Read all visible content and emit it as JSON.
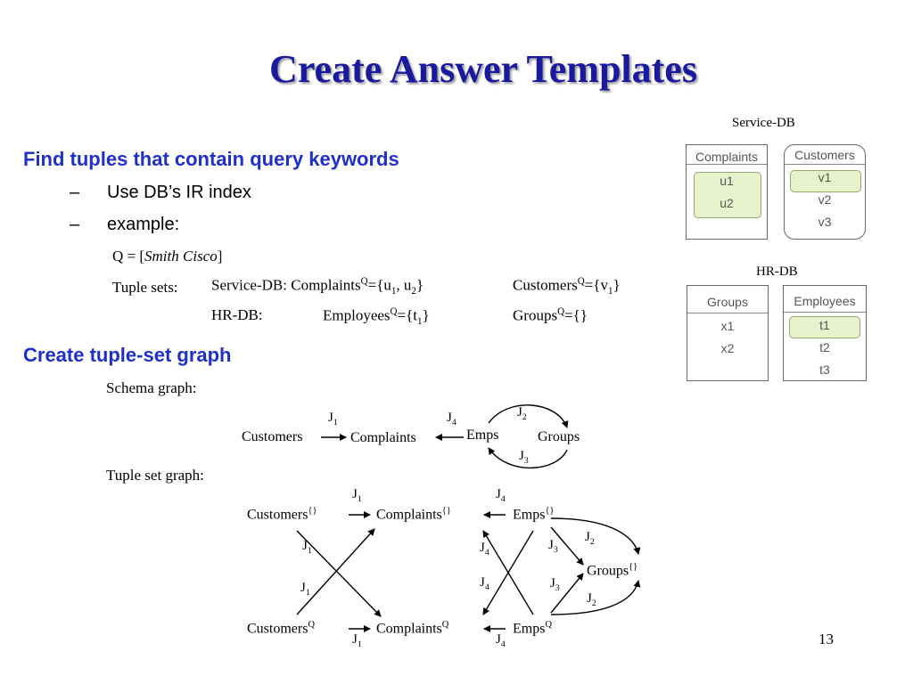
{
  "title": "Create Answer Templates",
  "section1": {
    "heading": "Find tuples that contain query keywords",
    "bullets": [
      "Use DB’s IR index",
      "example:"
    ],
    "query_prefix": "Q = [",
    "query_keywords": "Smith Cisco",
    "query_suffix": "]",
    "tuple_sets_label": "Tuple sets:",
    "row1": {
      "db": "Service-DB:",
      "rel1": "Complaints",
      "rel1_sup": "Q",
      "rel1_val": "={u",
      "rel1_s1": "1",
      "rel1_mid": ", u",
      "rel1_s2": "2",
      "rel1_end": "}",
      "rel2": "Customers",
      "rel2_sup": "Q",
      "rel2_val": "={v",
      "rel2_s1": "1",
      "rel2_end": "}"
    },
    "row2": {
      "db": "HR-DB:",
      "rel1": "Employees",
      "rel1_sup": "Q",
      "rel1_val": "={t",
      "rel1_s1": "1",
      "rel1_end": "}",
      "rel2": "Groups",
      "rel2_sup": "Q",
      "rel2_val": "={}"
    }
  },
  "section2": {
    "heading": "Create tuple-set graph",
    "schema_label": "Schema graph:",
    "tupleset_label": "Tuple set graph:"
  },
  "schema_graph": {
    "customers": "Customers",
    "complaints": "Complaints",
    "emps": "Emps",
    "groups": "Groups",
    "j1": "J",
    "j1_sub": "1",
    "j4": "J",
    "j4_sub": "4",
    "j2": "J",
    "j2_sub": "2",
    "j3": "J",
    "j3_sub": "3"
  },
  "tupleset_graph": {
    "customers_empty": "Customers",
    "empty_sup": "{}",
    "complaints_empty": "Complaints",
    "emps_empty": "Emps",
    "groups_empty": "Groups",
    "customers_q": "Customers",
    "q_sup": "Q",
    "complaints_q": "Complaints",
    "emps_q": "Emps",
    "j": "J",
    "s1": "1",
    "s2": "2",
    "s3": "3",
    "s4": "4"
  },
  "service_db": {
    "label": "Service-DB",
    "complaints": {
      "header": "Complaints",
      "rows": [
        "u1",
        "u2"
      ]
    },
    "customers": {
      "header": "Customers",
      "rows": [
        "v1",
        "v2",
        "v3"
      ]
    }
  },
  "hr_db": {
    "label": "HR-DB",
    "groups": {
      "header": "Groups",
      "rows": [
        "x1",
        "x2"
      ]
    },
    "employees": {
      "header": "Employees",
      "rows": [
        "t1",
        "t2",
        "t3"
      ]
    }
  },
  "page_number": "13"
}
